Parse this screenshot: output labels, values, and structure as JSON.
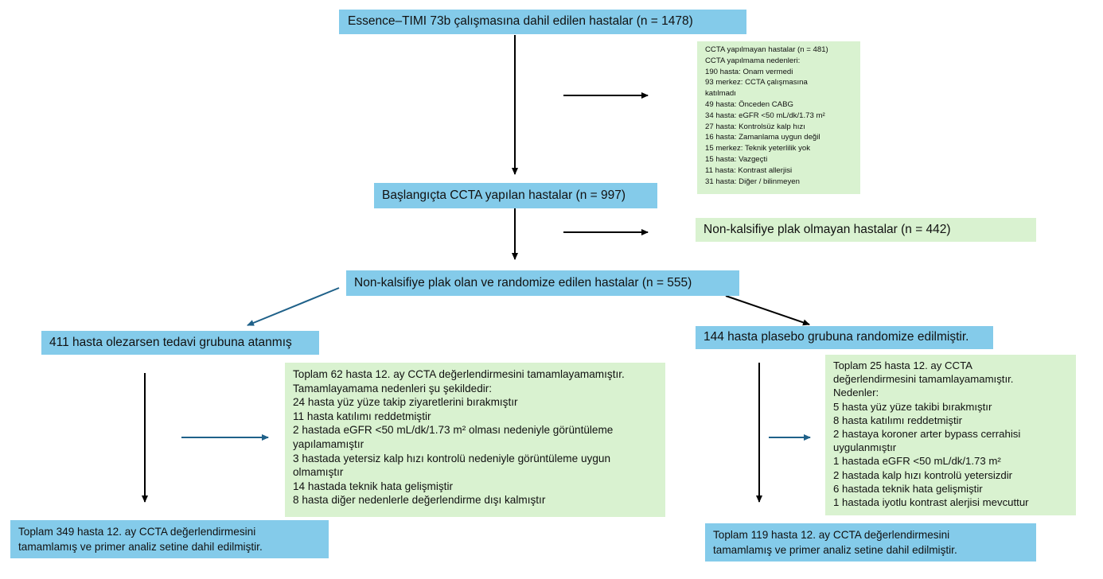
{
  "diagram": {
    "enrolled": {
      "text": "Essence–TIMI 73b çalışmasına dahil edilen hastalar (n = 1478)"
    },
    "no_ccta": {
      "title": "CCTA yapılmayan hastalar (n = 481)",
      "subtitle": "CCTA yapılmama nedenleri:",
      "reasons": [
        "190 hasta: Onam vermedi",
        "93 merkez: CCTA çalışmasına",
        "katılmadı",
        "49 hasta: Önceden CABG",
        "34 hasta: eGFR <50 mL/dk/1.73 m²",
        "27 hasta: Kontrolsüz kalp hızı",
        "16 hasta: Zamanlama uygun değil",
        "15 merkez: Teknik yeterlilik yok",
        "15 hasta: Vazgeçti",
        "11 hasta: Kontrast allerjisi",
        "31 hasta: Diğer / bilinmeyen"
      ]
    },
    "baseline_ccta": {
      "text": "Başlangıçta CCTA yapılan hastalar (n = 997)"
    },
    "no_plaque": {
      "text": "Non-kalsifiye plak olmayan hastalar (n = 442)"
    },
    "randomized": {
      "text": "Non-kalsifiye plak olan ve randomize edilen hastalar (n = 555)"
    },
    "olezarsen_group": {
      "text": "411 hasta olezarsen tedavi grubuna atanmış"
    },
    "placebo_group": {
      "text": "144 hasta plasebo grubuna randomize edilmiştir."
    },
    "olezarsen_excluded": {
      "lines": [
        "Toplam 62 hasta 12. ay CCTA değerlendirmesini tamamlayamamıştır.",
        "Tamamlayamama nedenleri şu şekildedir:",
        "24 hasta yüz yüze takip ziyaretlerini bırakmıştır",
        "11 hasta katılımı reddetmiştir",
        "2 hastada eGFR <50 mL/dk/1.73 m² olması nedeniyle görüntüleme",
        "yapılamamıştır",
        "3 hastada yetersiz kalp hızı kontrolü nedeniyle görüntüleme uygun",
        "olmamıştır",
        "14 hastada teknik hata gelişmiştir",
        "8 hasta diğer nedenlerle değerlendirme dışı kalmıştır"
      ]
    },
    "placebo_excluded": {
      "lines": [
        "Toplam 25 hasta 12. ay CCTA",
        "değerlendirmesini tamamlayamamıştır.",
        "Nedenler:",
        "5 hasta yüz yüze takibi bırakmıştır",
        "8 hasta katılımı reddetmiştir",
        "2 hastaya koroner arter bypass cerrahisi",
        "uygulanmıştır",
        "1 hastada eGFR <50 mL/dk/1.73 m²",
        "2 hastada kalp hızı kontrolü yetersizdir",
        "6 hastada teknik hata gelişmiştir",
        "1 hastada iyotlu kontrast alerjisi mevcuttur"
      ]
    },
    "olezarsen_analyzed": {
      "lines": [
        "Toplam 349 hasta 12. ay CCTA değerlendirmesini",
        "tamamlamış ve primer analiz setine dahil edilmiştir."
      ]
    },
    "placebo_analyzed": {
      "lines": [
        "Toplam 119 hasta 12. ay CCTA değerlendirmesini",
        "tamamlamış ve primer analiz setine dahil edilmiştir."
      ]
    }
  },
  "colors": {
    "main_box": "#84cbea",
    "side_box": "#d9f2d0",
    "arrow_black": "#000000",
    "arrow_teal": "#1f6189"
  }
}
